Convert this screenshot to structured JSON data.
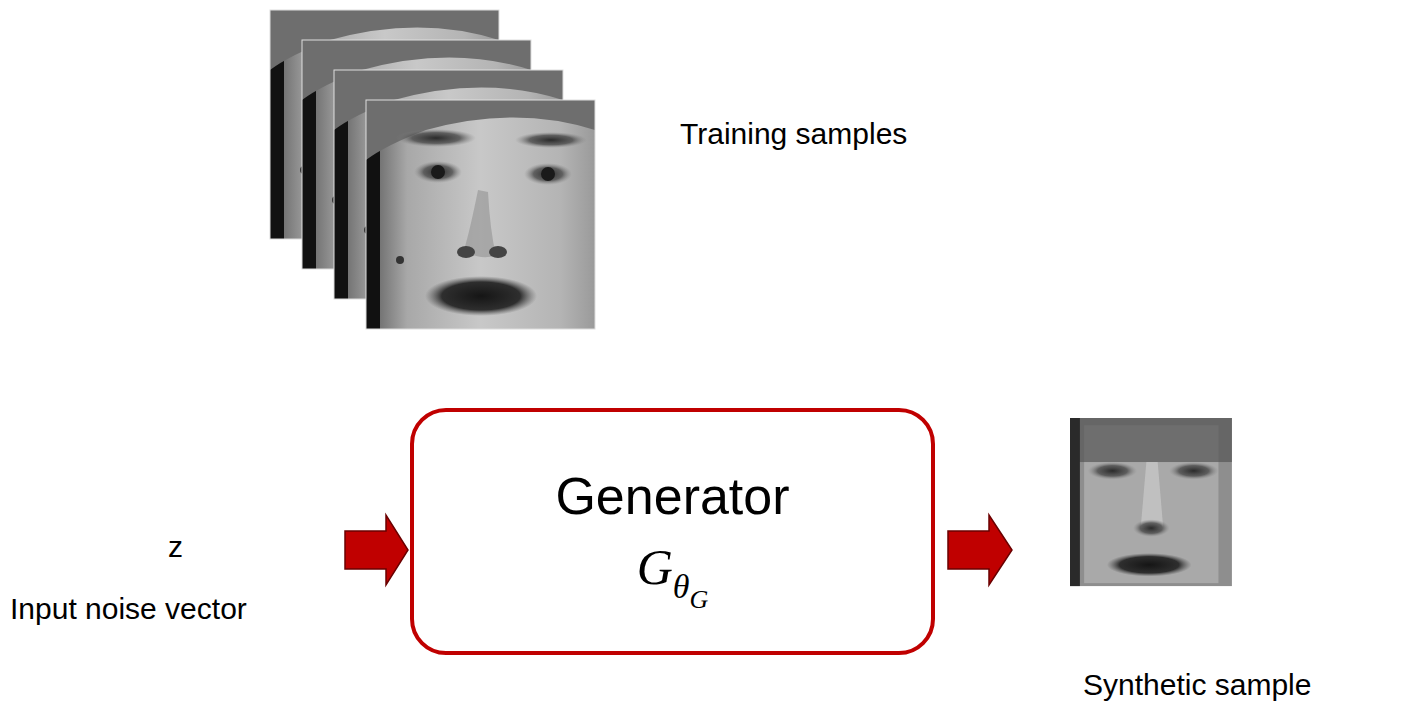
{
  "diagram": {
    "nodes": [
      {
        "text": [
          "Generator",
          "G",
          "θ",
          "G"
        ]
      }
    ],
    "labels": [
      "Training samples",
      "z",
      "Input noise vector",
      "Synthetic sample"
    ]
  }
}
